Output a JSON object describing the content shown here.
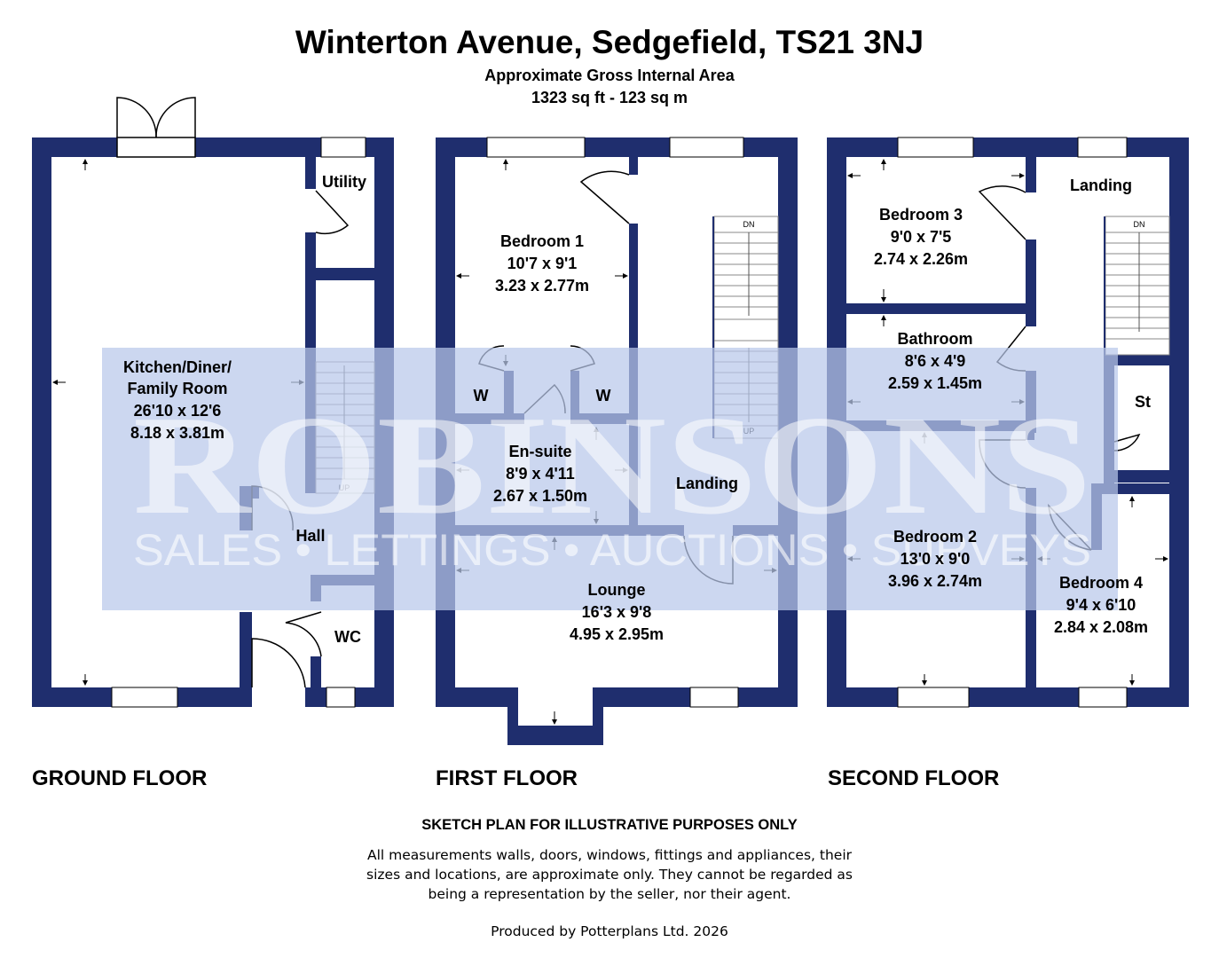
{
  "header": {
    "title": "Winterton Avenue, Sedgefield, TS21 3NJ",
    "subtitle": "Approximate Gross Internal Area",
    "area": "1323 sq ft - 123 sq m"
  },
  "watermark": {
    "brand": "ROBINSONS",
    "tagline": "SALES • LETTINGS • AUCTIONS • SURVEYS"
  },
  "colors": {
    "wall": "#1f2e6e",
    "watermark_bg": "#b9c8ea"
  },
  "floors": {
    "ground": {
      "label": "GROUND FLOOR",
      "rooms": {
        "kitchen": {
          "name1": "Kitchen/Diner/",
          "name2": "Family Room",
          "imperial": "26'10 x 12'6",
          "metric": "8.18 x 3.81m"
        },
        "utility": {
          "name": "Utility"
        },
        "hall": {
          "name": "Hall"
        },
        "wc": {
          "name": "WC"
        }
      },
      "stairs": "UP"
    },
    "first": {
      "label": "FIRST FLOOR",
      "rooms": {
        "bedroom1": {
          "name": "Bedroom 1",
          "imperial": "10'7 x 9'1",
          "metric": "3.23 x 2.77m"
        },
        "wardrobe_left": {
          "name": "W"
        },
        "wardrobe_right": {
          "name": "W"
        },
        "ensuite": {
          "name": "En-suite",
          "imperial": "8'9 x 4'11",
          "metric": "2.67 x 1.50m"
        },
        "landing": {
          "name": "Landing"
        },
        "lounge": {
          "name": "Lounge",
          "imperial": "16'3 x 9'8",
          "metric": "4.95 x 2.95m"
        }
      },
      "stairs_dn": "DN",
      "stairs_up": "UP"
    },
    "second": {
      "label": "SECOND FLOOR",
      "rooms": {
        "bedroom3": {
          "name": "Bedroom 3",
          "imperial": "9'0 x 7'5",
          "metric": "2.74 x 2.26m"
        },
        "landing": {
          "name": "Landing"
        },
        "bathroom": {
          "name": "Bathroom",
          "imperial": "8'6 x 4'9",
          "metric": "2.59 x 1.45m"
        },
        "store": {
          "name": "St"
        },
        "bedroom2": {
          "name": "Bedroom 2",
          "imperial": "13'0 x 9'0",
          "metric": "3.96 x 2.74m"
        },
        "bedroom4": {
          "name": "Bedroom 4",
          "imperial": "9'4 x 6'10",
          "metric": "2.84 x 2.08m"
        }
      },
      "stairs_dn": "DN"
    }
  },
  "footer": {
    "heading": "SKETCH PLAN FOR ILLUSTRATIVE PURPOSES ONLY",
    "line1": "All measurements walls, doors, windows, fittings and appliances, their",
    "line2": "sizes and locations, are approximate only. They cannot be regarded as",
    "line3": "being a representation by the seller, nor their agent.",
    "producer": "Produced by Potterplans Ltd. 2026"
  }
}
